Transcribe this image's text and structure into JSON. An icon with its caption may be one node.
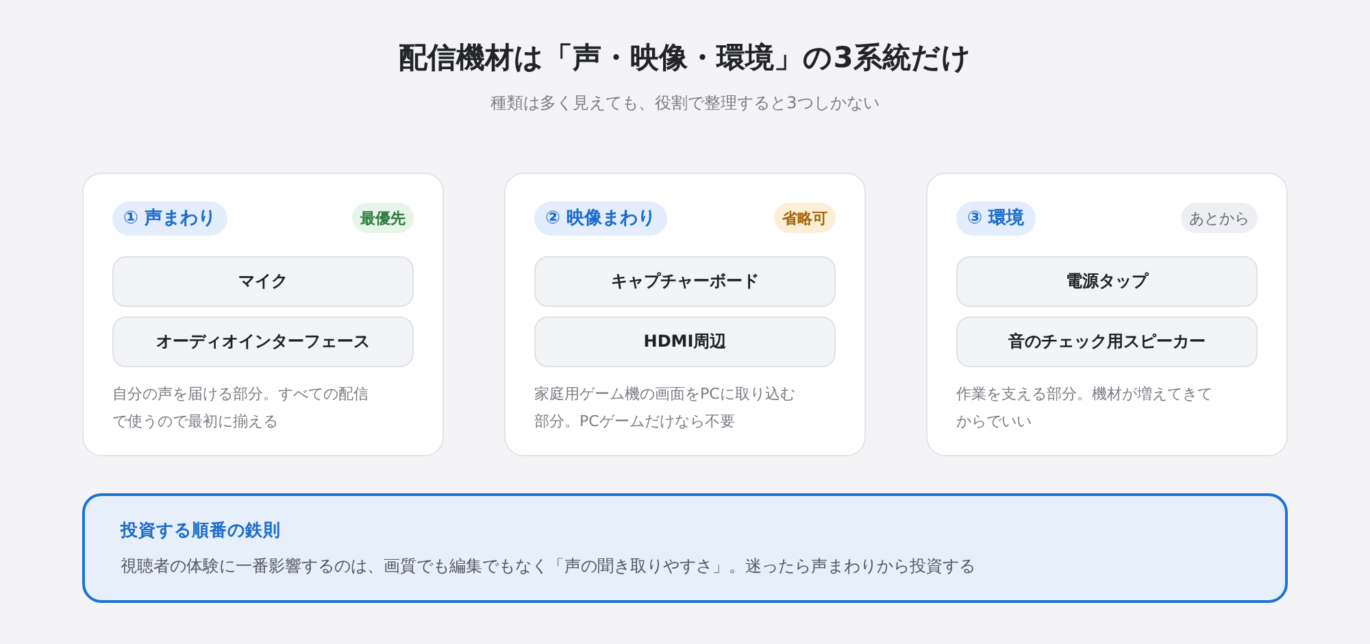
{
  "diagram": {
    "title": "配信機材は「声・映像・環境」の3系統だけ",
    "nodes": [
      {
        "text": [
          "自分の声を届ける部分。すべての配信で使うので最初に揃える"
        ]
      },
      {
        "text": [
          "① 声まわり"
        ],
        "in": 0
      },
      {
        "text": [
          "最優先"
        ],
        "in": 0
      },
      {
        "text": [
          "マイク"
        ],
        "in": 0
      },
      {
        "text": [
          "オーディオインターフェース"
        ],
        "in": 0
      },
      {
        "text": [
          "家庭用ゲーム機の画面をPCに取り込む部分。PCゲームだけなら不要"
        ]
      },
      {
        "text": [
          "② 映像まわり"
        ],
        "in": 5
      },
      {
        "text": [
          "省略可"
        ],
        "in": 5
      },
      {
        "text": [
          "キャプチャーボード"
        ],
        "in": 5
      },
      {
        "text": [
          "HDMI周辺"
        ],
        "in": 5
      },
      {
        "text": [
          "作業を支える部分。機材が増えてきてからでいい"
        ]
      },
      {
        "text": [
          "③ 環境"
        ],
        "in": 10
      },
      {
        "text": [
          "あとから"
        ],
        "in": 10
      },
      {
        "text": [
          "電源タップ"
        ],
        "in": 10
      },
      {
        "text": [
          "音のチェック用スピーカー"
        ],
        "in": 10
      },
      {
        "text": [
          "投資する順番の鉄則",
          "視聴者の体験に一番影響するのは、画質でも編集でもなく「声の聞き取りやすさ」。迷ったら声まわりから投資する"
        ]
      }
    ],
    "labels": [
      "種類は多く見えても、役割で整理すると3つしかない"
    ]
  }
}
